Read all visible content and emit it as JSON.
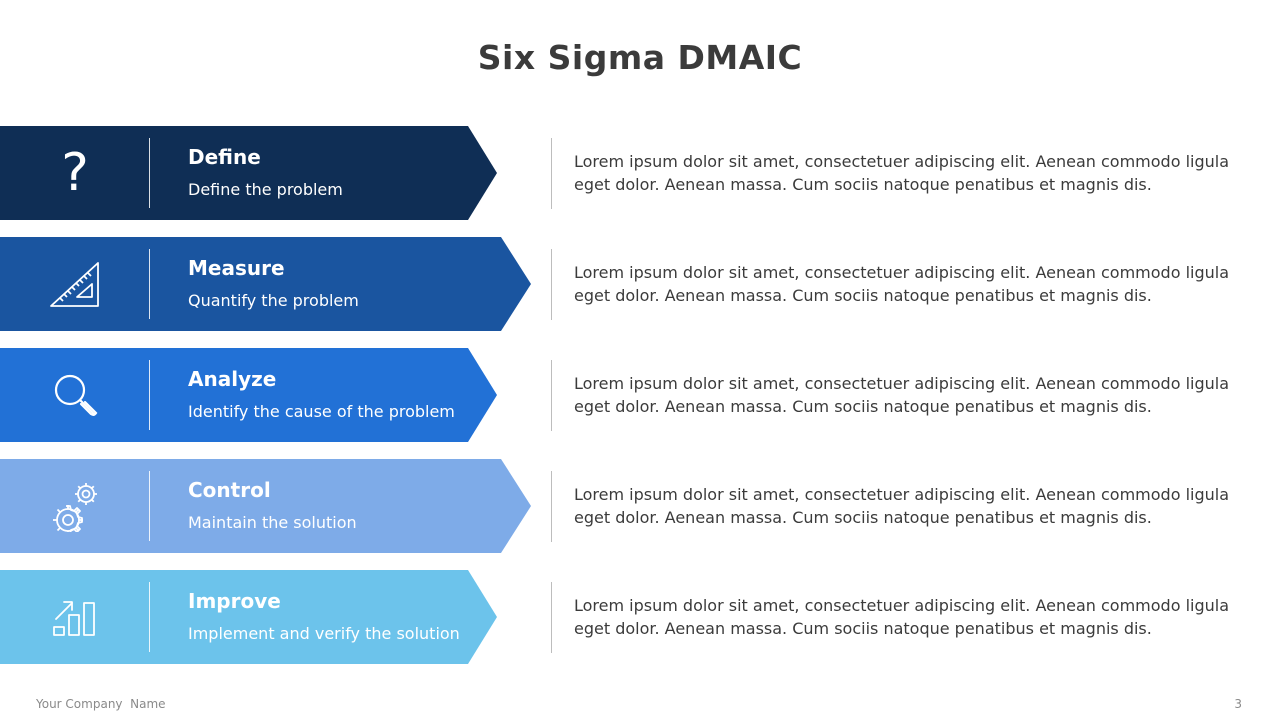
{
  "title": "Six Sigma DMAIC",
  "steps": [
    {
      "title": "Define",
      "subtitle": "Define the problem",
      "description": "Lorem ipsum dolor sit amet, consectetuer adipiscing elit.  Aenean commodo ligula eget dolor. Aenean massa. Cum sociis natoque penatibus et magnis dis.",
      "icon": "question-mark-icon",
      "glyph": "?",
      "color": "#0f2e55"
    },
    {
      "title": "Measure",
      "subtitle": "Quantify the problem",
      "description": "Lorem ipsum dolor sit amet, consectetuer adipiscing elit.  Aenean commodo ligula eget dolor. Aenean massa. Cum sociis natoque penatibus et magnis dis.",
      "icon": "ruler-triangle-icon",
      "color": "#1a55a0"
    },
    {
      "title": "Analyze",
      "subtitle": "Identify the cause of the problem",
      "description": "Lorem ipsum dolor sit amet, consectetuer adipiscing elit.  Aenean commodo ligula eget dolor. Aenean massa. Cum sociis natoque penatibus et magnis dis.",
      "icon": "magnifier-icon",
      "color": "#2271d6"
    },
    {
      "title": "Control",
      "subtitle": "Maintain the solution",
      "description": "Lorem ipsum dolor sit amet, consectetuer adipiscing elit.  Aenean commodo ligula eget dolor. Aenean massa. Cum sociis natoque penatibus et magnis dis.",
      "icon": "gears-icon",
      "color": "#7eabe8"
    },
    {
      "title": "Improve",
      "subtitle": "Implement and verify the solution",
      "description": "Lorem ipsum dolor sit amet, consectetuer adipiscing elit.  Aenean commodo ligula eget dolor. Aenean massa. Cum sociis natoque penatibus et magnis dis.",
      "icon": "growth-chart-icon",
      "color": "#6cc3eb"
    }
  ],
  "footer": {
    "company": "Your Company  Name",
    "page_number": "3"
  }
}
